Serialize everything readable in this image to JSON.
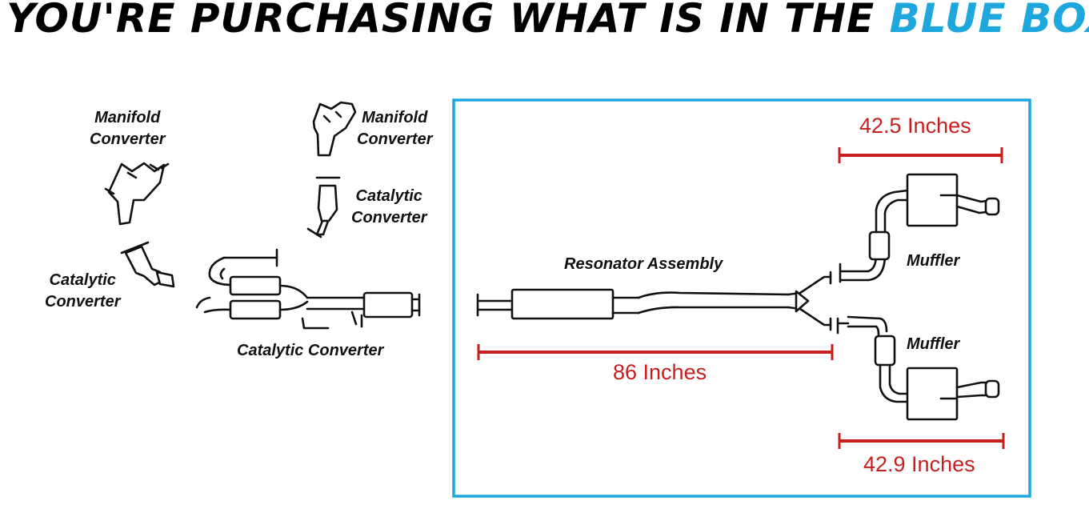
{
  "headline": {
    "prefix": "YOU'RE PURCHASING WHAT IS IN THE ",
    "highlight": "BLUE BOX"
  },
  "colors": {
    "accent": "#1ea7dd",
    "measure": "#c81e1e",
    "line": "#111111"
  },
  "labels": {
    "manifold_left": [
      "Manifold",
      "Converter"
    ],
    "manifold_right": [
      "Manifold",
      "Converter"
    ],
    "catalytic_upper": [
      "Catalytic",
      "Converter"
    ],
    "catalytic_left": [
      "Catalytic",
      "Converter"
    ],
    "catalytic_bottom": "Catalytic Converter",
    "resonator": "Resonator Assembly",
    "muffler_top": "Muffler",
    "muffler_bottom": "Muffler"
  },
  "measurements": {
    "top": "42.5 Inches",
    "middle": "86 Inches",
    "bottom": "42.9 Inches"
  }
}
